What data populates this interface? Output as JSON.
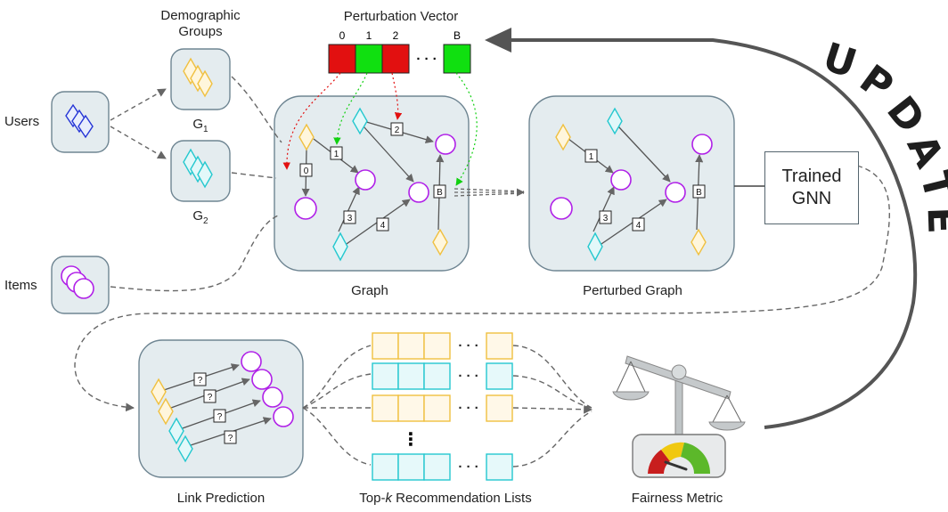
{
  "labels": {
    "users": "Users",
    "items": "Items",
    "demographic_groups_line1": "Demographic",
    "demographic_groups_line2": "Groups",
    "group1_letter": "G",
    "group1_sub": "1",
    "group2_letter": "G",
    "group2_sub": "2",
    "perturbation_vector": "Perturbation Vector",
    "graph": "Graph",
    "perturbed_graph": "Perturbed Graph",
    "trained_gnn_line1": "Trained",
    "trained_gnn_line2": "GNN",
    "update_letters": [
      "U",
      "P",
      "D",
      "A",
      "T",
      "E"
    ],
    "link_prediction": "Link Prediction",
    "topk_prefix": "Top-",
    "topk_k": "k",
    "topk_suffix": " Recommendation Lists",
    "fairness_metric": "Fairness Metric"
  },
  "perturbation_vector": {
    "indices": [
      "0",
      "1",
      "2",
      "B"
    ],
    "cells": [
      "red",
      "green",
      "red",
      "green"
    ],
    "ellipsis": "· · ·"
  },
  "graph_edge_labels": [
    "0",
    "1",
    "2",
    "B",
    "3",
    "4"
  ],
  "perturbed_edge_labels": [
    "1",
    "B",
    "3",
    "4"
  ],
  "link_prediction_marks": [
    "?",
    "?",
    "?",
    "?"
  ],
  "list_ellipsis": "· · ·",
  "vertical_ellipsis": "⋮",
  "colors": {
    "user_blue": "#2535d6",
    "group_yellow": "#f0c040",
    "group_cyan": "#24c8cf",
    "item_purple": "#b020e8",
    "panel_fill": "#e4ecef",
    "panel_stroke": "#6e8592",
    "perturb_red": "#e21010",
    "perturb_green": "#10e010",
    "gauge_red": "#c81e1e",
    "gauge_yellow": "#f0c810",
    "gauge_green": "#5cb82a"
  },
  "icons": [
    "diamond-user-icon",
    "circle-item-icon",
    "balance-scale-icon",
    "gauge-icon",
    "update-arrow-icon"
  ]
}
